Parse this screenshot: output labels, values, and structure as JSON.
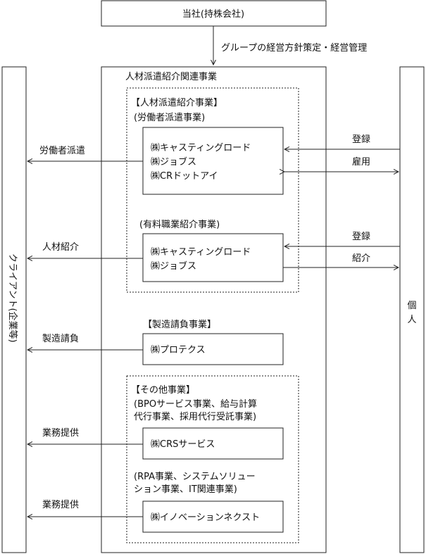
{
  "holding": {
    "label": "当社(持株会社)"
  },
  "policy_label": "グループの経営方針策定・経営管理",
  "main_business": {
    "title": "人材派遣紹介関連事業"
  },
  "client": {
    "label": "クライアント(企業等)"
  },
  "individual": {
    "label": "個人"
  },
  "staffing": {
    "heading": "【人材派遣紹介事業】",
    "dispatch": {
      "subheading": "(労働者派遣事業)",
      "companies": [
        "㈱キャスティングロード",
        "㈱ジョブス",
        "㈱CRドットアイ"
      ],
      "client_flow": "労働者派遣",
      "individual_flows": [
        "登録",
        "雇用"
      ]
    },
    "placement": {
      "subheading": "(有料職業紹介事業)",
      "companies": [
        "㈱キャスティングロード",
        "㈱ジョブス"
      ],
      "client_flow": "人材紹介",
      "individual_flows": [
        "登録",
        "紹介"
      ]
    }
  },
  "manufacturing": {
    "heading": "【製造請負事業】",
    "companies": [
      "㈱プロテクス"
    ],
    "client_flow": "製造請負"
  },
  "other": {
    "heading": "【その他事業】",
    "bpo": {
      "subheading_lines": [
        "(BPOサービス事業、給与計算",
        "代行事業、採用代行受託事業)"
      ],
      "companies": [
        "㈱CRSサービス"
      ],
      "client_flow": "業務提供"
    },
    "rpa": {
      "subheading_lines": [
        "(RPA事業、システムソリュー",
        "ション事業、IT関連事業)"
      ],
      "companies": [
        "㈱イノベーションネクスト"
      ],
      "client_flow": "業務提供"
    }
  }
}
